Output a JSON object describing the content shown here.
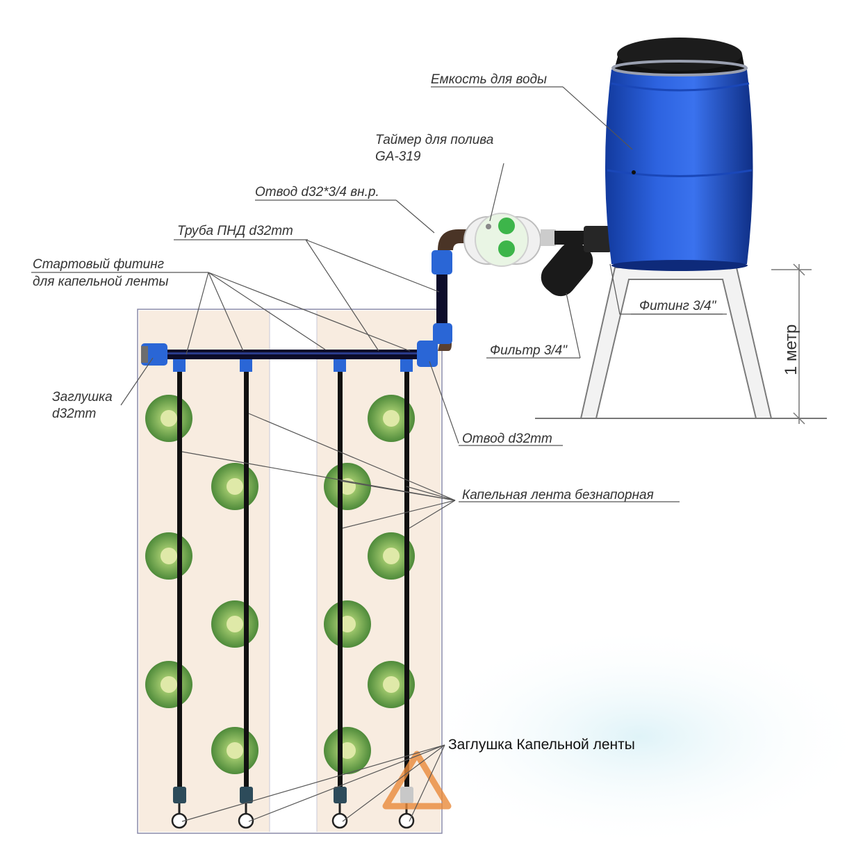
{
  "labels": {
    "tank": "Емкость для воды",
    "timer_line1": "Таймер для полива",
    "timer_line2": "GA-319",
    "elbow_top": "Отвод d32*3/4 вн.р.",
    "pipe": "Труба ПНД d32mm",
    "start_fitting_line1": "Стартовый фитинг",
    "start_fitting_line2": "для капельной ленты",
    "fitting": "Фитинг 3/4\"",
    "filter": "Фильтр 3/4\"",
    "height": "1 метр",
    "plug_line1": "Заглушка",
    "plug_line2": "d32mm",
    "elbow_bottom": "Отвод d32mm",
    "drip_tape": "Капельная лента безнапорная",
    "tape_plug": "Заглушка Капельной ленты"
  },
  "colors": {
    "barrel": "#1f4fc4",
    "pipe": "#111111",
    "fitting_blue": "#2a66d6",
    "bed": "#f8ece0",
    "plant": "#6aa84f",
    "timer": "#3db54a",
    "watermark": "#e88a3a"
  }
}
